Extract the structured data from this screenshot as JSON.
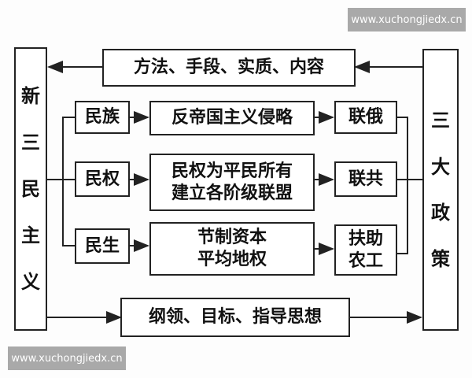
{
  "watermark": "www.xuchongjiedx.cn",
  "left": {
    "chars": [
      "新",
      "三",
      "民",
      "主",
      "义"
    ]
  },
  "right": {
    "chars": [
      "三",
      "大",
      "政",
      "策"
    ]
  },
  "top_box": "方法、手段、实质、内容",
  "bottom_box": "纲领、目标、指导思想",
  "rows": [
    {
      "principle": "民族",
      "content": [
        "反帝国主义侵略"
      ],
      "policy": [
        "联俄"
      ]
    },
    {
      "principle": "民权",
      "content": [
        "民权为平民所有",
        "建立各阶级联盟"
      ],
      "policy": [
        "联共"
      ]
    },
    {
      "principle": "民生",
      "content": [
        "节制资本",
        "平均地权"
      ],
      "policy": [
        "扶助",
        "农工"
      ]
    }
  ]
}
